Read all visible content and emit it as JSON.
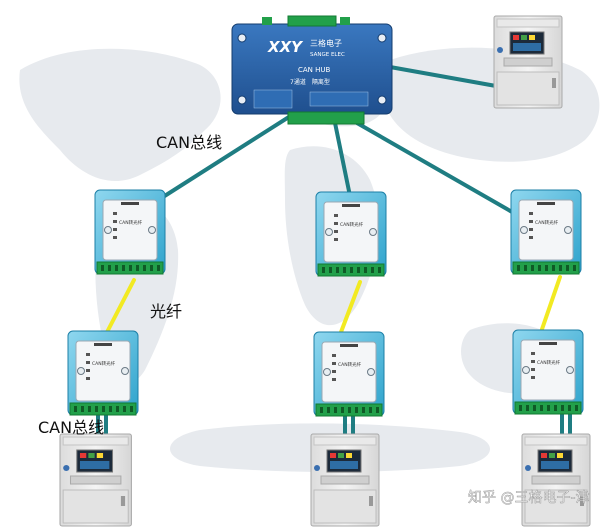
{
  "labels": {
    "can_bus_top": "CAN总线",
    "fiber": "光纤",
    "can_bus_bottom": "CAN总线"
  },
  "hub": {
    "brand": "三格电子",
    "brand_en": "SANGE ELEC",
    "model": "CAN HUB",
    "subtitle": "7通道　隔离型"
  },
  "converter": {
    "name": "CAN转光纤"
  },
  "watermark": "知乎 @三格电子-津",
  "colors": {
    "cable": "#1f7d82",
    "fiber": "#f2ea22",
    "hub_body": "#2a63a8",
    "converter_body": "#3fb4d8",
    "terminal": "#22a04a"
  }
}
